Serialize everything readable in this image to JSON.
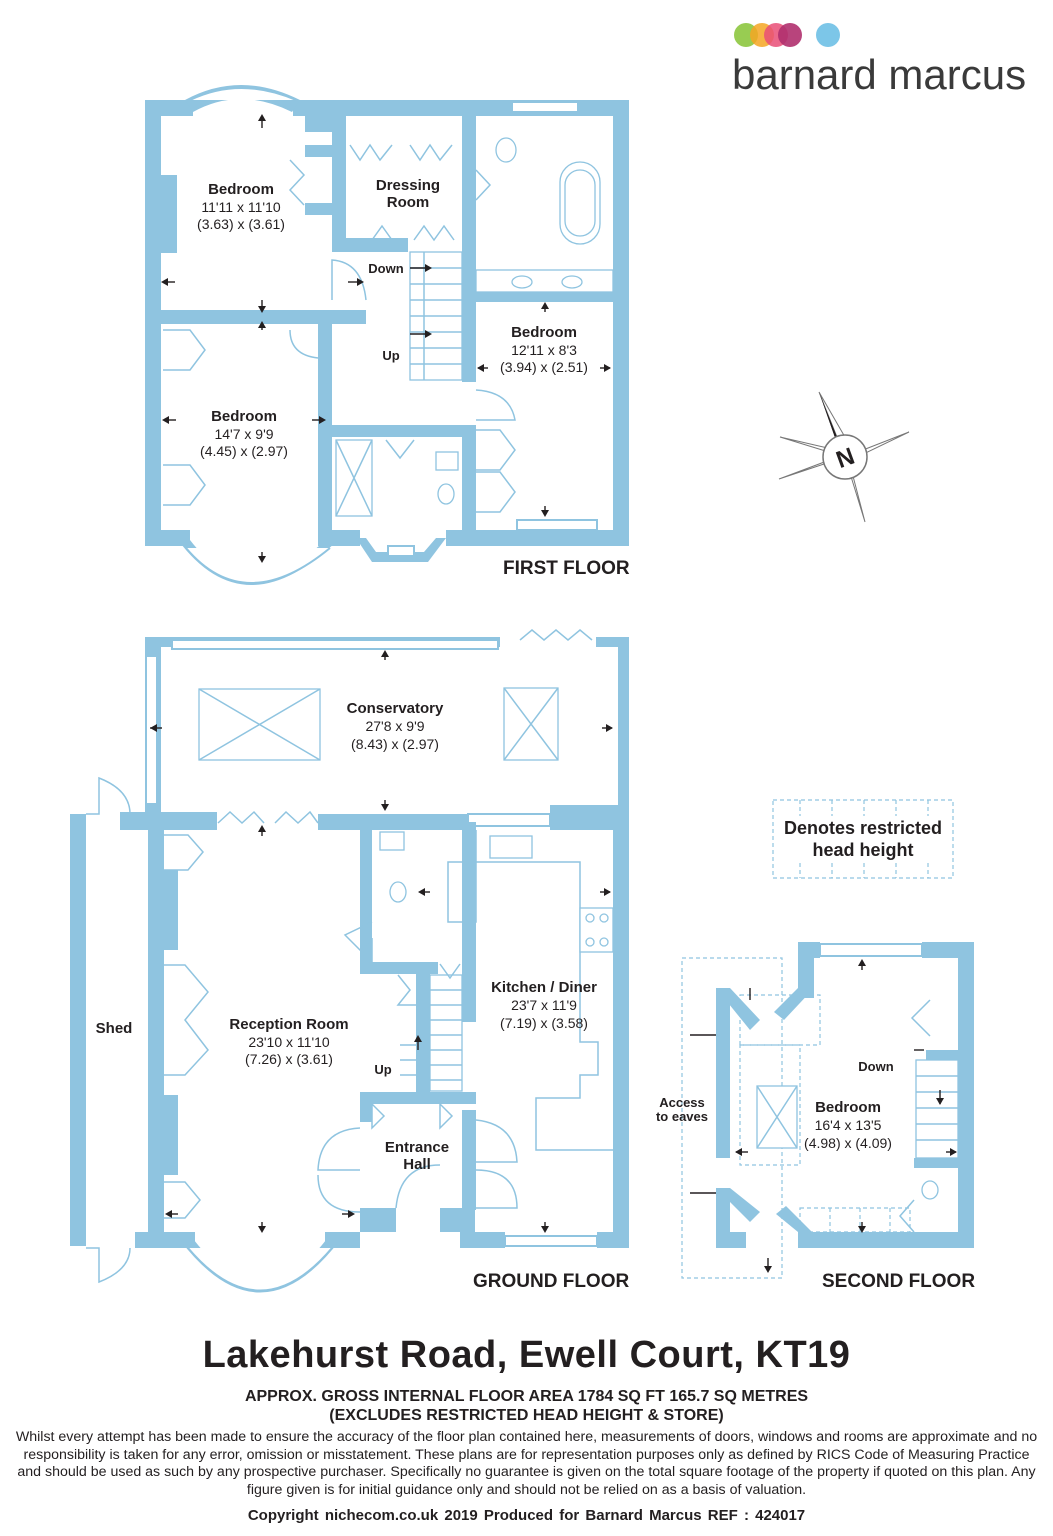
{
  "brand": {
    "name": "barnard marcus",
    "dot_colors": [
      "#8dc63f",
      "#f5a623",
      "#e94e77",
      "#b0306e",
      "#7cc6e8"
    ]
  },
  "colors": {
    "wall": "#8fc4e0",
    "text": "#231f20"
  },
  "compass": {
    "label": "N"
  },
  "legend": {
    "line1": "Denotes restricted",
    "line2": "head height"
  },
  "floors": {
    "first": {
      "label": "FIRST FLOOR",
      "rooms": [
        {
          "name": "Bedroom",
          "size": "11'11 x 11'10",
          "metric": "(3.63) x (3.61)"
        },
        {
          "name_line1": "Dressing",
          "name_line2": "Room"
        },
        {
          "name": "Bedroom",
          "size": "12'11 x 8'3",
          "metric": "(3.94) x (2.51)"
        },
        {
          "name": "Bedroom",
          "size": "14'7 x 9'9",
          "metric": "(4.45) x (2.97)"
        }
      ],
      "stairs": {
        "down": "Down",
        "up": "Up"
      }
    },
    "ground": {
      "label": "GROUND FLOOR",
      "rooms": [
        {
          "name": "Conservatory",
          "size": "27'8 x 9'9",
          "metric": "(8.43) x (2.97)"
        },
        {
          "name": "Shed"
        },
        {
          "name": "Reception Room",
          "size": "23'10 x 11'10",
          "metric": "(7.26) x (3.61)"
        },
        {
          "name": "Kitchen / Diner",
          "size": "23'7 x 11'9",
          "metric": "(7.19) x (3.58)"
        },
        {
          "name_line1": "Entrance",
          "name_line2": "Hall"
        }
      ],
      "stairs": {
        "up": "Up"
      }
    },
    "second": {
      "label": "SECOND FLOOR",
      "rooms": [
        {
          "name": "Bedroom",
          "size": "16'4 x 13'5",
          "metric": "(4.98) x (4.09)"
        }
      ],
      "eaves_line1": "Access",
      "eaves_line2": "to eaves",
      "stairs": {
        "down": "Down"
      }
    }
  },
  "footer": {
    "address": "Lakehurst Road, Ewell Court, KT19",
    "area_line1": "APPROX. GROSS INTERNAL FLOOR AREA 1784 SQ FT 165.7 SQ METRES",
    "area_line2": "(EXCLUDES RESTRICTED HEAD HEIGHT & STORE)",
    "disclaimer": "Whilst every attempt has been made to ensure the accuracy of the floor plan contained here, measurements of doors, windows and rooms are approximate and no responsibility is taken for any error, omission or misstatement. These plans are for representation purposes only as defined by RICS Code of Measuring Practice and should be used as such by any prospective purchaser.  Specifically no guarantee is given on the total square footage of the property if quoted on this plan. Any figure given is for initial guidance only and should not be relied on as a basis of valuation.",
    "copyright": "Copyright nichecom.co.uk 2019   Produced for Barnard Marcus   REF : 424017"
  }
}
